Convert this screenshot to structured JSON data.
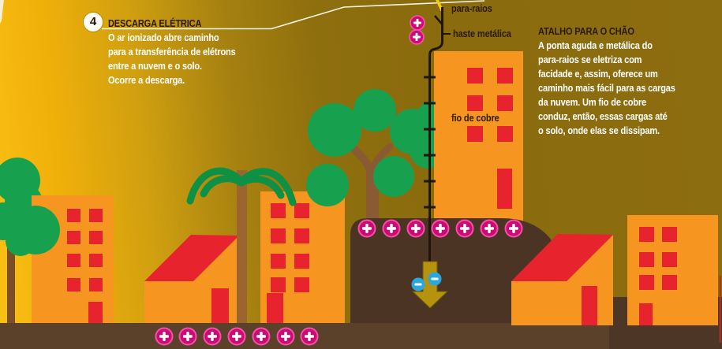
{
  "step_callout": {
    "number": "4",
    "title": "DESCARGA ELÉTRICA",
    "lines": [
      "O ar ionizado abre caminho",
      "para a transferência de elétrons",
      "entre a nuvem e o solo.",
      "Ocorre a descarga."
    ]
  },
  "annotation": {
    "title": "ATALHO PARA O CHÃO",
    "lines": [
      "A ponta aguda e metálica do",
      "para-raios se eletriza com",
      "facidade e, assim, oferece um",
      "caminho mais fácil para as cargas",
      "da nuvem. Um fio de cobre",
      "conduz, então, essas cargas até",
      "o solo, onde elas se dissipam."
    ]
  },
  "labels": {
    "lightning_rod": "para-raios",
    "metal_rod": "haste metálica",
    "copper_wire": "fio de cobre"
  },
  "icons": {
    "plus_charge": "+",
    "minus_charge": "−",
    "ground_arrow": "↓"
  },
  "charges": {
    "positive_at_rod_tip": 2,
    "positive_on_mound": 7,
    "positive_bottom_row": 7,
    "negative_underground": 2
  },
  "colors": {
    "sky_left": "#f9c014",
    "sky_right": "#8a6b0d",
    "building_orange": "#f6951f",
    "accent_red": "#e7232e",
    "tree_green": "#17a04d",
    "palm_green": "#0e9144",
    "ground_mound_brown": "#4b3423",
    "ground_strip_brown": "#5b4129",
    "plus_magenta": "#c90b73",
    "minus_blue": "#2ba7de",
    "arrow_gold": "#b6930e",
    "wire_black": "#20150b"
  }
}
